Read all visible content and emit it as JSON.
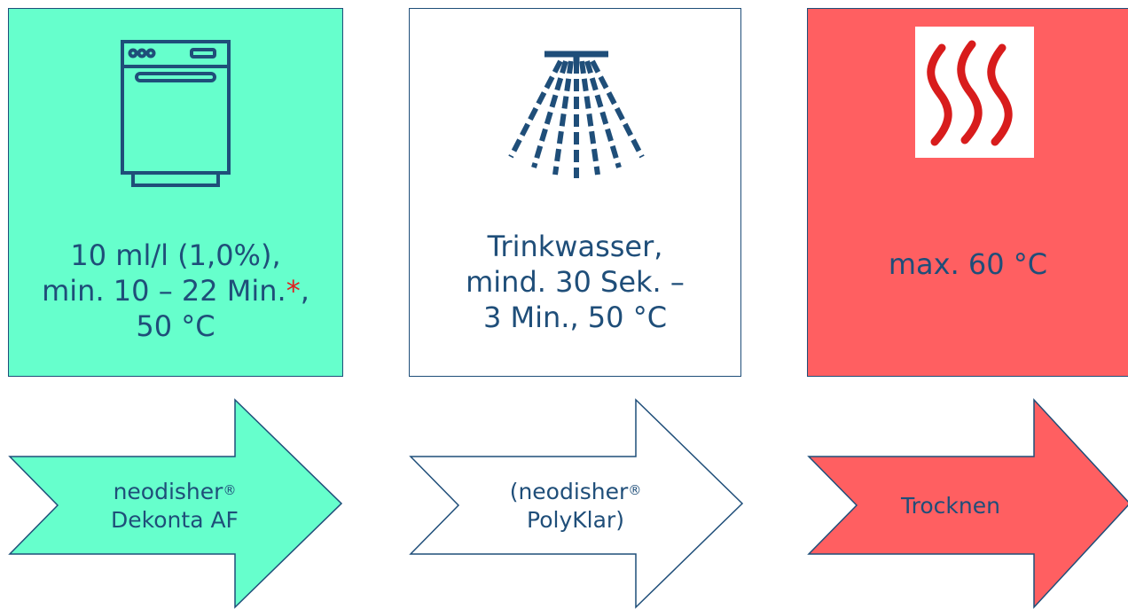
{
  "steps": [
    {
      "card": {
        "icon": "dishwasher-icon",
        "color": "#66ffcc",
        "lines": [
          "10 ml/l (1,0%),",
          "min. 10 – 22 Min.",
          "50 °C"
        ],
        "asterisk": "*",
        "comma_after_asterisk": ","
      },
      "arrow": {
        "label_line1": "neodisher",
        "label_sup": "®",
        "label_line2": "Dekonta AF",
        "fill": "#66ffcc"
      }
    },
    {
      "card": {
        "icon": "shower-spray-icon",
        "color": "#ffffff",
        "lines": [
          "Trinkwasser,",
          "mind. 30 Sek. –",
          "3 Min., 50 °C"
        ]
      },
      "arrow": {
        "label_line1": "(neodisher",
        "label_sup": "®",
        "label_line2": "PolyKlar)",
        "fill": "#ffffff"
      }
    },
    {
      "card": {
        "icon": "heat-waves-icon",
        "color": "#ff5f61",
        "lines": [
          "max. 60 °C"
        ]
      },
      "arrow": {
        "label_line1": "Trocknen",
        "fill": "#ff5f61"
      }
    }
  ]
}
